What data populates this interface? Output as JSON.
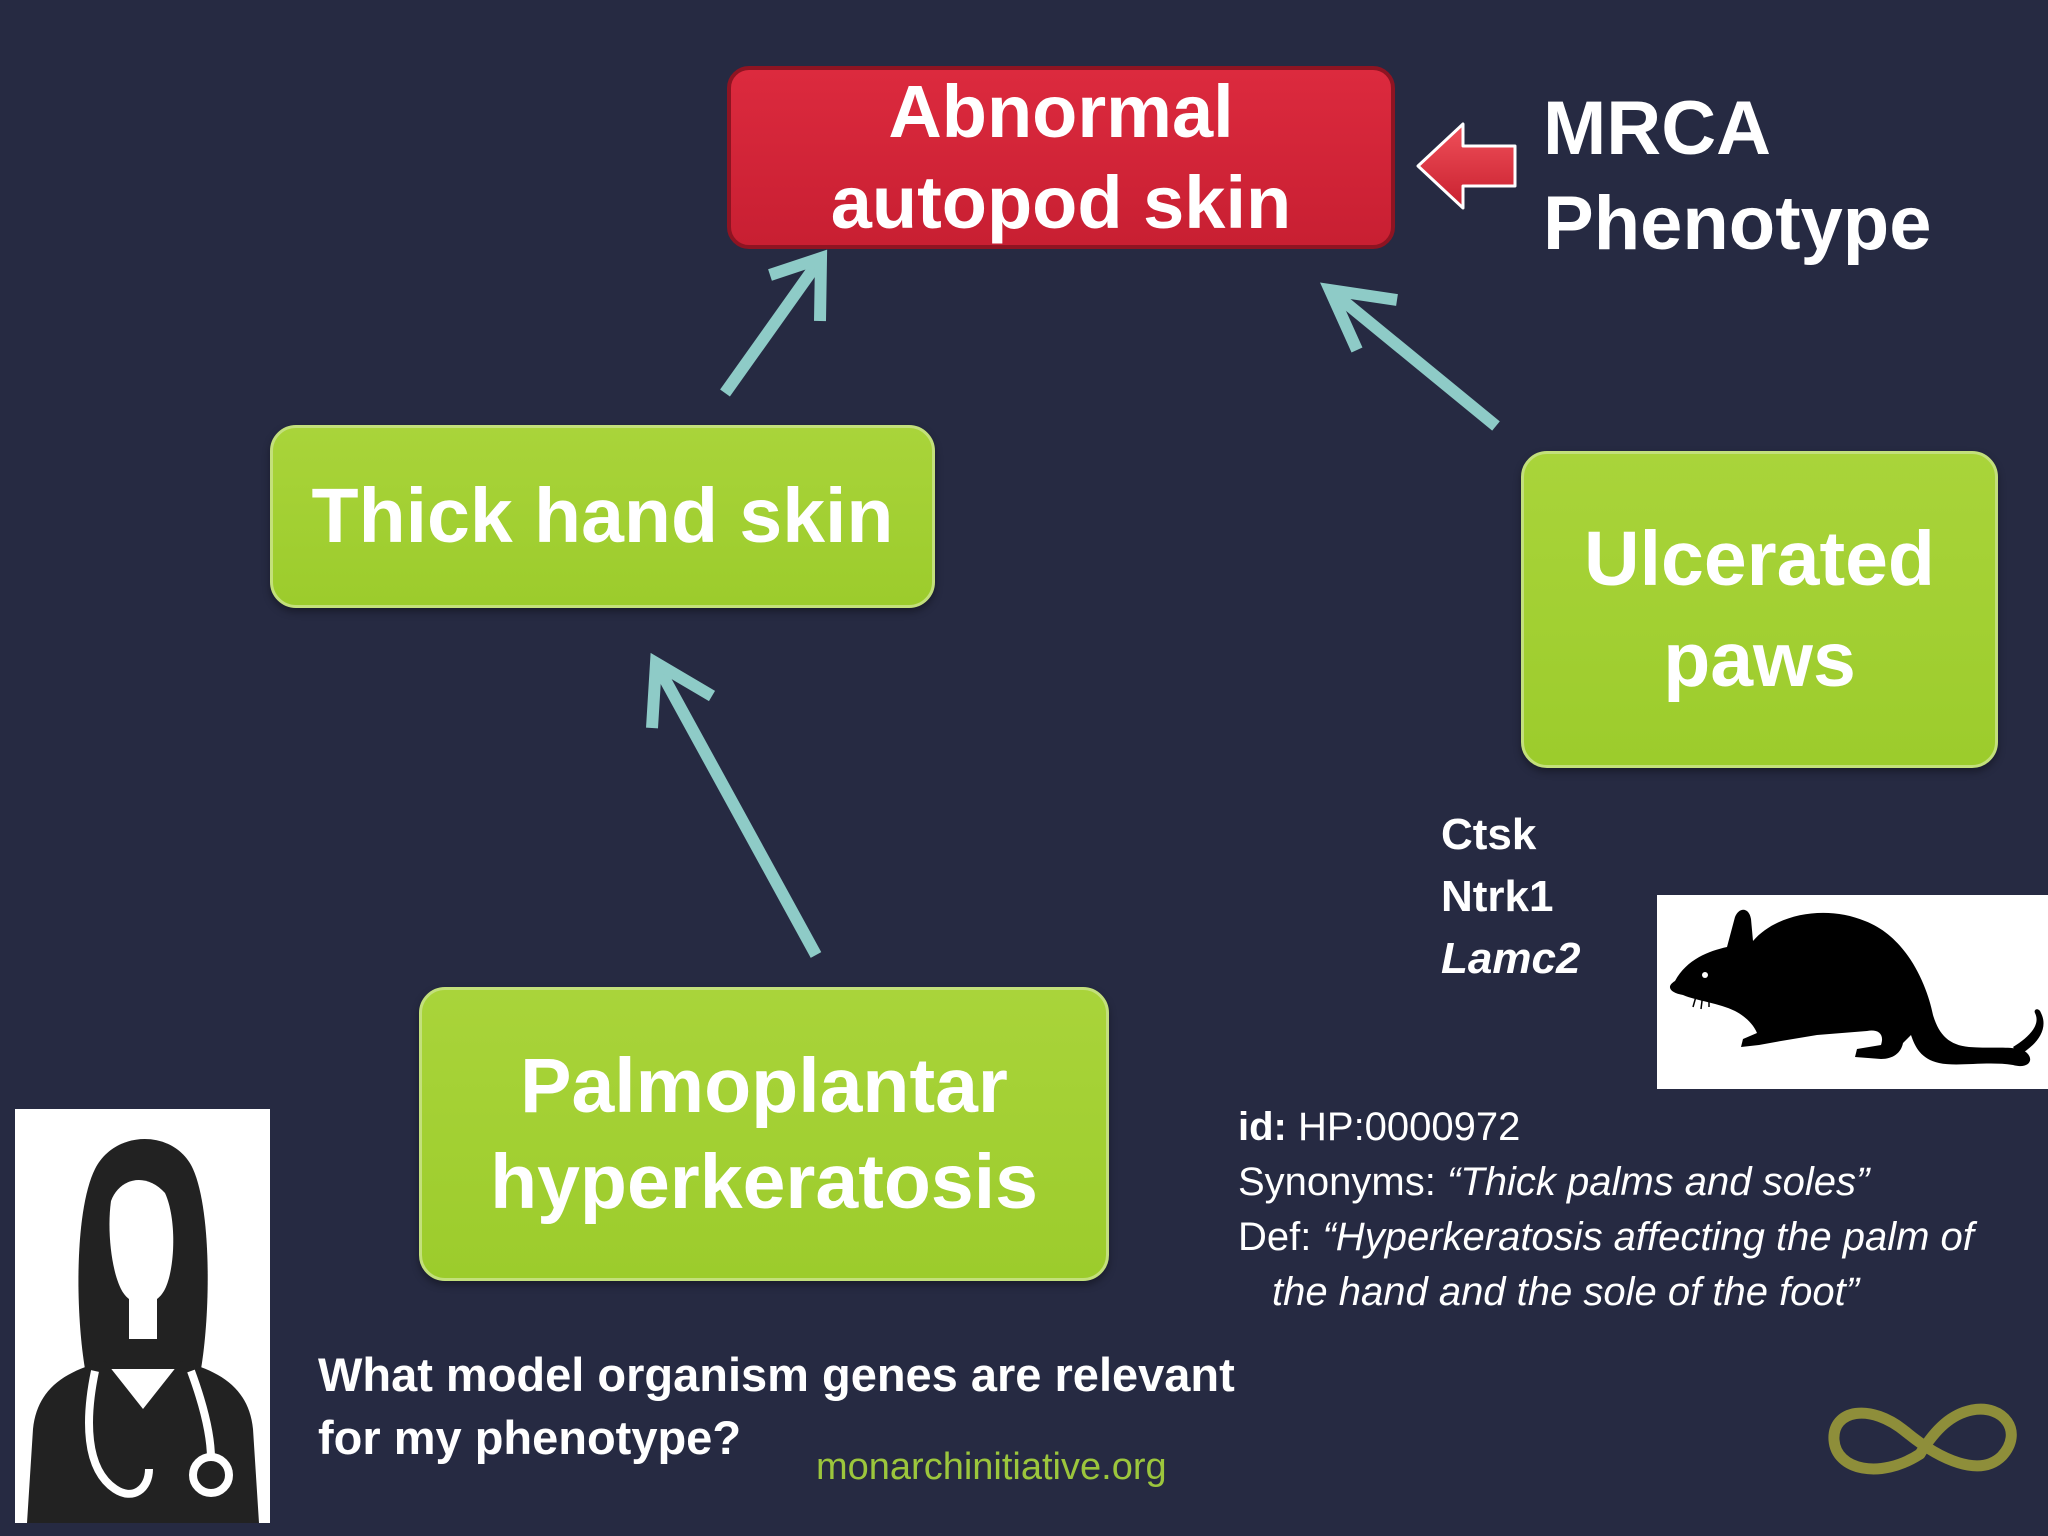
{
  "nodes": {
    "root": "Abnormal autopod skin",
    "thick": "Thick hand skin",
    "ulcer": "Ulcerated paws",
    "palmo": "Palmoplantar hyperkeratosis"
  },
  "mrca": {
    "line1": "MRCA",
    "line2": "Phenotype"
  },
  "genes": [
    "Ctsk",
    "Ntrk1",
    "Lamc2"
  ],
  "term": {
    "id_label": "id:",
    "id_value": "HP:0000972",
    "syn_label": "Synonyms:",
    "syn_value": "“Thick palms and soles”",
    "def_label": "Def:",
    "def_value_1": "“Hyperkeratosis affecting the palm of",
    "def_value_2": "the hand and the sole of the foot”"
  },
  "question": {
    "line1": "What model organism genes are relevant",
    "line2": "for my phenotype?"
  },
  "website": "monarchinitiative.org",
  "icons": [
    "clinician-icon",
    "mouse-icon",
    "monarch-logo-icon"
  ],
  "colors": {
    "background": "#262a42",
    "node_green": "#a4d032",
    "node_red": "#d1253a",
    "arrow": "#8ecbc7",
    "website": "#9cc63c"
  }
}
